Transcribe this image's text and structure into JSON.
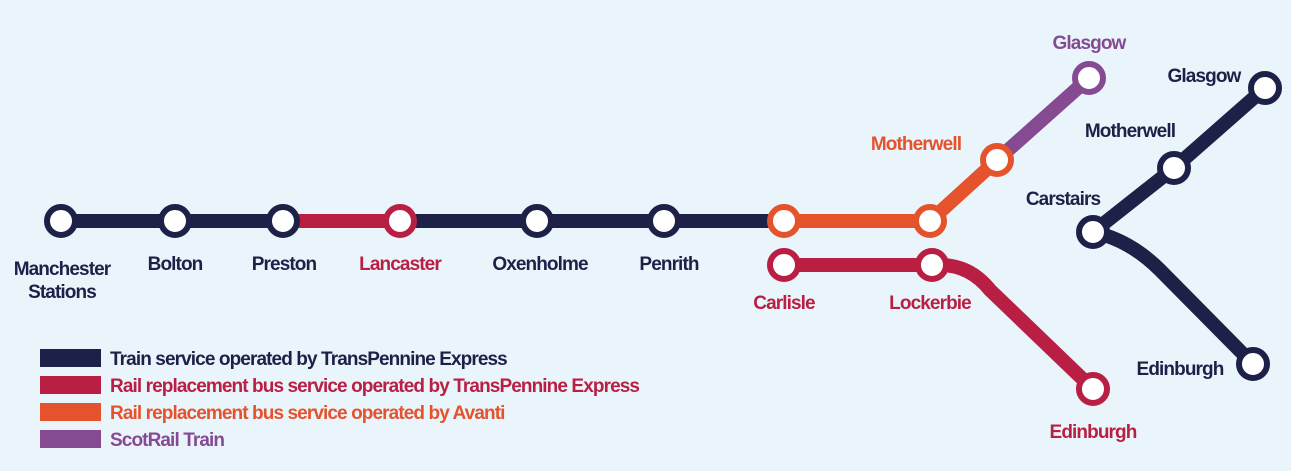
{
  "colors": {
    "tpe_train": "#1d2148",
    "tpe_bus": "#b91f43",
    "avanti_bus": "#e5532c",
    "scotrail": "#864a93",
    "background": "#e9f4fb"
  },
  "stations": {
    "manchester_line1": "Manchester",
    "manchester_line2": "Stations",
    "bolton": "Bolton",
    "preston": "Preston",
    "lancaster": "Lancaster",
    "oxenholme": "Oxenholme",
    "penrith": "Penrith",
    "carlisle": "Carlisle",
    "lockerbie": "Lockerbie",
    "motherwell_avanti": "Motherwell",
    "glasgow_scotrail": "Glasgow",
    "edinburgh_bus": "Edinburgh",
    "carstairs": "Carstairs",
    "motherwell_tpe": "Motherwell",
    "glasgow_tpe": "Glasgow",
    "edinburgh_tpe": "Edinburgh"
  },
  "legend": [
    {
      "label": "Train service operated by TransPennine Express",
      "color": "#1d2148"
    },
    {
      "label": "Rail replacement bus service operated by TransPennine Express",
      "color": "#b91f43"
    },
    {
      "label": "Rail replacement bus service operated by Avanti",
      "color": "#e5532c"
    },
    {
      "label": "ScotRail Train",
      "color": "#864a93"
    }
  ]
}
